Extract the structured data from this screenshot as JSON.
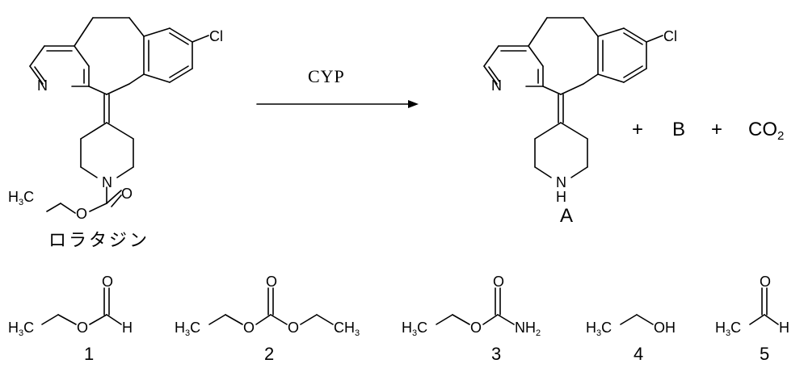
{
  "reaction": {
    "enzyme_label": "CYP",
    "reactant_name": "ロラタジン",
    "product_label": "A",
    "plus_1": "+",
    "byproduct_label": "B",
    "plus_2": "+",
    "co2_main": "CO",
    "co2_sub": "2"
  },
  "atoms": {
    "N": "N",
    "Cl": "Cl",
    "O": "O",
    "H": "H",
    "C": "C",
    "CH": "CH",
    "H3C_main": "H",
    "sub_3": "3",
    "NH": "NH",
    "sub_2": "2",
    "OH": "OH"
  },
  "candidates": [
    {
      "number": "1"
    },
    {
      "number": "2"
    },
    {
      "number": "3"
    },
    {
      "number": "4"
    },
    {
      "number": "5"
    }
  ]
}
